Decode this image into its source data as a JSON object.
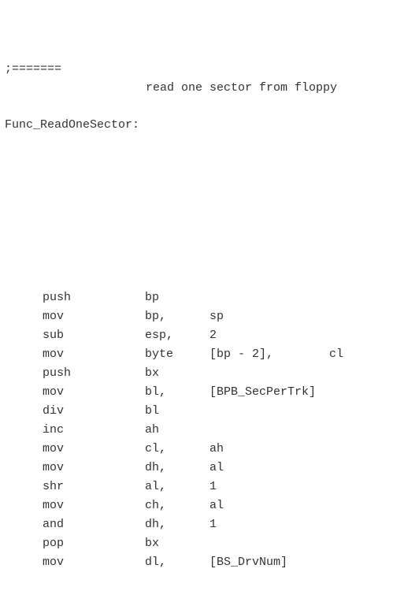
{
  "comment": {
    "marker": ";=======",
    "text": "read one sector from floppy"
  },
  "label": "Func_ReadOneSector:",
  "instructions": [
    {
      "op": "push",
      "a1": "bp",
      "a2": "",
      "a3": ""
    },
    {
      "op": "mov",
      "a1": "bp,",
      "a2": "sp",
      "a3": ""
    },
    {
      "op": "sub",
      "a1": "esp,",
      "a2": "2",
      "a3": ""
    },
    {
      "op": "mov",
      "a1": "byte",
      "a2": "[bp - 2],",
      "a3": "cl"
    },
    {
      "op": "push",
      "a1": "bx",
      "a2": "",
      "a3": ""
    },
    {
      "op": "mov",
      "a1": "bl,",
      "a2": "[BPB_SecPerTrk]",
      "a3": ""
    },
    {
      "op": "div",
      "a1": "bl",
      "a2": "",
      "a3": ""
    },
    {
      "op": "inc",
      "a1": "ah",
      "a2": "",
      "a3": ""
    },
    {
      "op": "mov",
      "a1": "cl,",
      "a2": "ah",
      "a3": ""
    },
    {
      "op": "mov",
      "a1": "dh,",
      "a2": "al",
      "a3": ""
    },
    {
      "op": "shr",
      "a1": "al,",
      "a2": "1",
      "a3": ""
    },
    {
      "op": "mov",
      "a1": "ch,",
      "a2": "al",
      "a3": ""
    },
    {
      "op": "and",
      "a1": "dh,",
      "a2": "1",
      "a3": ""
    },
    {
      "op": "pop",
      "a1": "bx",
      "a2": "",
      "a3": ""
    },
    {
      "op": "mov",
      "a1": "dl,",
      "a2": "[BS_DrvNum]",
      "a3": ""
    }
  ]
}
